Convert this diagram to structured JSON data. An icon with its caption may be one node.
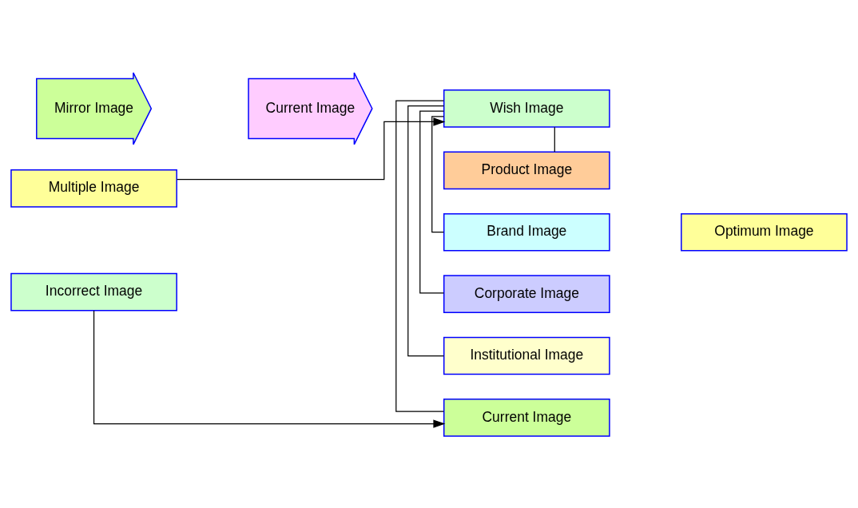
{
  "diagram": {
    "nodes": [
      {
        "text": [
          "Mirror Image"
        ]
      },
      {
        "text": [
          "Current Image"
        ]
      },
      {
        "text": [
          "Wish Image"
        ]
      },
      {
        "text": [
          "Product Image"
        ]
      },
      {
        "text": [
          "Brand Image"
        ]
      },
      {
        "text": [
          "Corporate Image"
        ]
      },
      {
        "text": [
          "Institutional Image"
        ]
      },
      {
        "text": [
          "Current Image"
        ]
      },
      {
        "text": [
          "Multiple Image"
        ]
      },
      {
        "text": [
          "Incorrect Image"
        ]
      },
      {
        "text": [
          "Optimum Image"
        ]
      }
    ],
    "edges": [
      {
        "from": 8,
        "to": 2,
        "arrow": "to"
      },
      {
        "from": 2,
        "to": 3,
        "arrow": "none"
      },
      {
        "from": 2,
        "to": 4,
        "arrow": "none"
      },
      {
        "from": 2,
        "to": 5,
        "arrow": "none"
      },
      {
        "from": 2,
        "to": 6,
        "arrow": "none"
      },
      {
        "from": 2,
        "to": 7,
        "arrow": "none"
      },
      {
        "from": 9,
        "to": 7,
        "arrow": "to"
      }
    ]
  }
}
